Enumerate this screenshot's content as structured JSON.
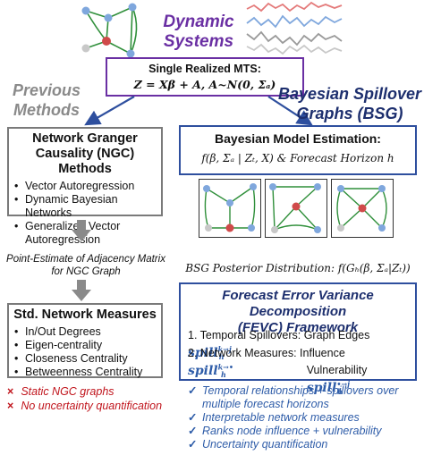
{
  "header": {
    "title_line1": "Dynamic",
    "title_line2": "Systems"
  },
  "mts_box": {
    "line1": "Single Realized MTS:",
    "line2": "Z = Xβ + A,  A~N(0, Σₐ)"
  },
  "left": {
    "heading_line1": "Previous",
    "heading_line2": "Methods",
    "ngc_box": {
      "title_line1": "Network Granger",
      "title_line2": "Causality (NGC) Methods",
      "items": [
        "Vector Autoregression",
        "Dynamic Bayesian Networks",
        "Generalized Vector",
        "Autoregression"
      ]
    },
    "point_estimate_line1": "Point-Estimate of Adjacency Matrix",
    "point_estimate_line2": "for NGC Graph",
    "measures_box": {
      "title": "Std. Network Measures",
      "items": [
        "In/Out Degrees",
        "Eigen-centrality",
        "Closeness Centrality",
        "Betweenness Centrality"
      ]
    },
    "cons": [
      "Static NGC graphs",
      "No uncertainty quantification"
    ],
    "cross_symbol": "×"
  },
  "right": {
    "heading_line1": "Bayesian Spillover",
    "heading_line2": "Graphs (BSG)",
    "estimation_box": {
      "title": "Bayesian Model Estimation:",
      "formula": "f(β, Σₐ | Zₜ, X) & Forecast Horizon h"
    },
    "posterior_label": "BSG Posterior Distribution: f(Gₕ(β, Σₐ|Zₜ))",
    "fevd_box": {
      "title_line1": "Forecast Error Variance Decomposition",
      "title_line2": "(FEVC) Framework",
      "row1_text": "1. Temporal Spillovers: Graph Edges",
      "row1_symbol": "spill",
      "row1_sup": "k→j",
      "row1_sub": "h",
      "row2_text": "2. Network Measures: Influence",
      "row2_symbol": "spill",
      "row2_sup": "k→•",
      "row2_sub": "h",
      "row3_text": "Vulnerability",
      "row3_symbol": "spill",
      "row3_sup": "•→j",
      "row3_sub": "h"
    },
    "pros": [
      "Temporal relationships + spillovers over",
      "multiple forecast horizons",
      "Interpretable network measures",
      "Ranks node influence + vulnerability",
      "Uncertainty quantification"
    ],
    "check_symbol": "✓"
  },
  "colors": {
    "blue": "#2e4f9e",
    "navy": "#1d2f6e",
    "purple": "#6a2fa3",
    "gray": "#8a8a8a",
    "red": "#c0141c",
    "graph_green": "#2f8f3a",
    "node_blue": "#7fa7dd",
    "node_red": "#d04a4a",
    "node_gray": "#c8c8c8"
  }
}
